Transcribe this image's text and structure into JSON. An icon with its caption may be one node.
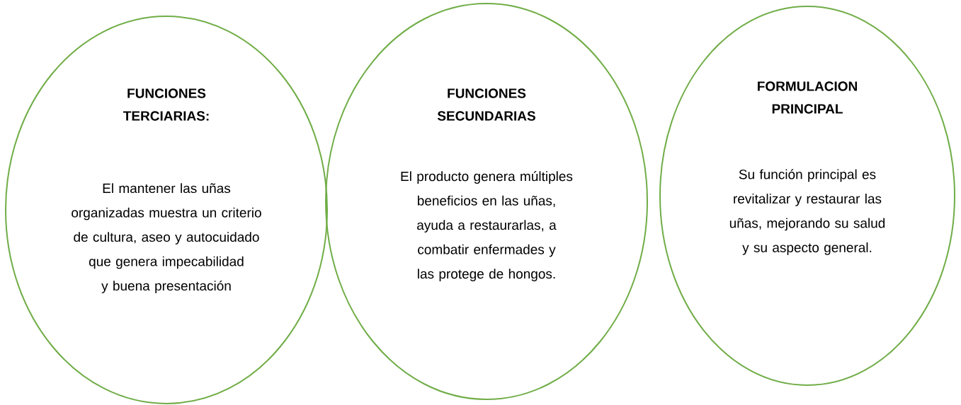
{
  "diagram": {
    "nodes": [
      {
        "text": [
          "FUNCIONES TERCIARIAS:",
          "El mantener las uñas organizadas muestra un criterio de cultura, aseo y autocuidado que genera impecabilidad y buena presentación"
        ]
      },
      {
        "text": [
          "FUNCIONES SECUNDARIAS",
          "El producto genera múltiples beneficios en las uñas, ayuda a restaurarlas, a combatir enfermades y las protege de hongos."
        ]
      },
      {
        "text": [
          "FORMULACION PRINCIPAL",
          "Su función principal es revitalizar y restaurar las uñas, mejorando su salud y su aspecto general."
        ]
      }
    ]
  }
}
